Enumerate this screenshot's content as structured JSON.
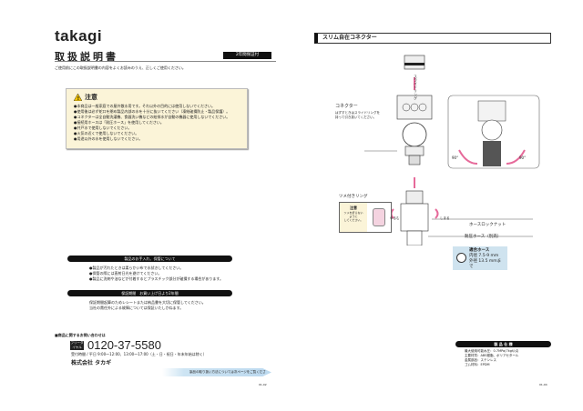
{
  "left_page": {
    "logo": "takagi",
    "title": "取扱説明書",
    "warranty_badge": "2年間保証付",
    "intro": "ご使用前にこの取扱説明書の内容をよくお読みのうえ、正しくご使用ください。",
    "caution": {
      "heading": "注意",
      "items": [
        "●本商品は一般家庭での屋外散水用です。それ以外の目的には使用しないでください。",
        "●使用後は必ず蛇口を閉め製品内部の水を十分に抜いてください（凍結破損防止・製品保護）。",
        "●コネクターは全自動洗濯機、食器洗い機などの給排水が自動の機器に使用しないでください。",
        "●接続用ホースは「耐圧ホース」を使用してください。",
        "●井戸水で使用しないでください。",
        "●火気の近くで使用しないでください。",
        "●用途以外の水を使用しないでください。"
      ]
    },
    "care": {
      "heading": "製品のお手入れ、保管について",
      "items": [
        "●製品が汚れたときは柔らかい布で水拭きしてください。",
        "●保管の際には直射日光を避けてください。",
        "●製品に洗剤や油などが付着するとプラスチック部分が破損する場合があります。"
      ]
    },
    "warranty": {
      "heading": "保証期間　お買い上げ日より2年間",
      "items": [
        "保証期間起算のためレシートまたは納品書を大切に保管してください。",
        "当社の責任外による故障については保証いたしかねます。"
      ]
    },
    "contact": {
      "heading": "■商品に関するお問い合わせは",
      "free_dial": "フリーダイヤル",
      "phone": "0120-37-5580",
      "hours": "受付時間 / 平日 9:00〜12:00、13:00〜17:00（土・日・祝日・年末年始は除く）",
      "company": "株式会社 タカギ"
    },
    "next_page": "製品の取り扱い方法については次ページをご覧ください。",
    "page_number": "01-02"
  },
  "right_page": {
    "title": "スリム自在コネクター",
    "slide_ring": "スライドリング",
    "connector_label": "コネクター",
    "connector_note": "はずすときはスライドリングを持って引き抜いてください。",
    "angle_left": "90°",
    "angle_right": "90°",
    "claw_ring": "ツメ付きリング",
    "note_heading": "注意",
    "note_text": [
      "ツメを折らない",
      "ように",
      "してください。"
    ],
    "loosen": "ゆるむ",
    "tighten": "しまる",
    "hose_lock_nut": "ホースロックナット",
    "pressure_hose": "耐圧ホース（別売）",
    "fit_hose": {
      "heading": "適合ホース",
      "inner": "内径 7.5-9 mm",
      "outer": "外径 13.5 mmまで"
    },
    "spec": {
      "heading": "製 品 仕 様",
      "items": [
        "最大使用可能水圧：0.7MPa(7kgf/㎠)",
        "主要材質：ABS樹脂、ポリアセタール",
        "金属部品：ステンレス",
        "ゴム材料：EPDM"
      ]
    },
    "page_number": "01-04"
  },
  "colors": {
    "accent": "#e66a9a",
    "caution_bg": "#fbf4d8",
    "hose_bg": "#cfe3ef"
  }
}
